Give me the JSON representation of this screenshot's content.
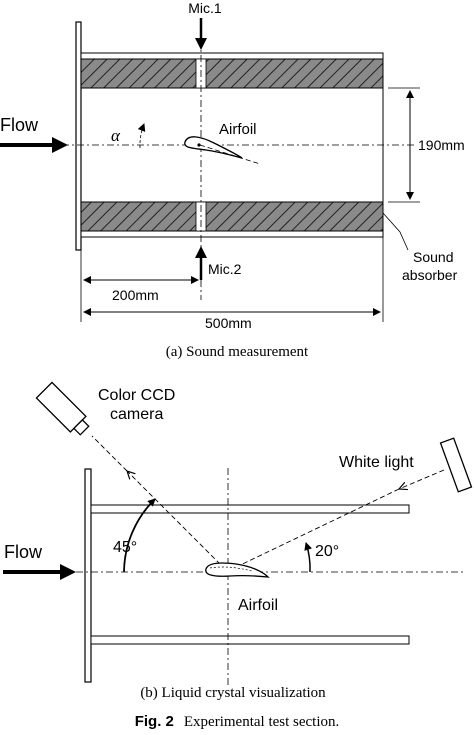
{
  "panel_a": {
    "mic1": "Mic.1",
    "mic2": "Mic.2",
    "flow": "Flow",
    "alpha": "α",
    "airfoil": "Airfoil",
    "height_dim": "190mm",
    "absorber_line1": "Sound",
    "absorber_line2": "absorber",
    "dim_200": "200mm",
    "dim_500": "500mm",
    "caption": "(a) Sound measurement"
  },
  "panel_b": {
    "camera_line1": "Color CCD",
    "camera_line2": "camera",
    "white_light": "White light",
    "flow": "Flow",
    "angle_45": "45°",
    "angle_20": "20°",
    "airfoil": "Airfoil",
    "caption": "(b) Liquid crystal visualization"
  },
  "figure": {
    "number": "Fig. 2",
    "title": "Experimental test section."
  }
}
